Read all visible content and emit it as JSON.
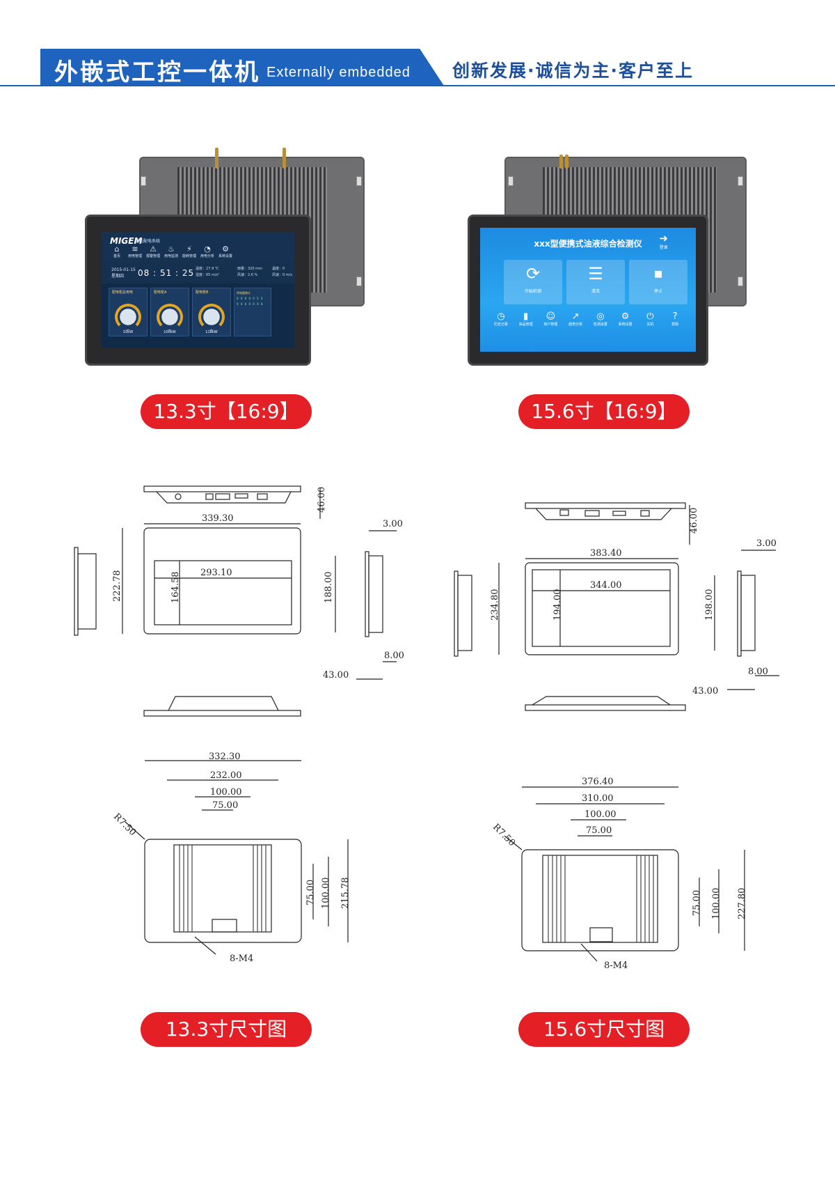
{
  "header": {
    "title_cn": "外嵌式工控一体机",
    "title_en": "Externally embedded",
    "slogan": "创新发展·诚信为主·客户至上"
  },
  "colors": {
    "brand_blue": "#1e63bd",
    "label_red": "#e51f26"
  },
  "products": [
    {
      "label": "13.3寸【16:9】",
      "screen": {
        "logo": "MIGEM",
        "subtitle": "智能配电系统",
        "nav": [
          "首页",
          "用电管理",
          "报警管理",
          "用电监测",
          "能耗管理",
          "用电分析",
          "系统设置"
        ],
        "date": "2015-01-15",
        "weekday": "星期四",
        "time": "08 : 51 : 25",
        "stats": [
          "温度：27.9 ℃",
          "湿度：65 m/s²",
          "雨量：320 mm",
          "风速：2.6 %",
          "温度：0",
          "风速：0 m/s"
        ],
        "cards": [
          {
            "title": "配电柜总用电",
            "value": "10kW"
          },
          {
            "title": "配电柜A",
            "value": "100kW"
          },
          {
            "title": "配电柜B",
            "value": "118kW"
          }
        ],
        "side_title": "用电量统计",
        "side_line1": "0 0 0 0 0 5 3",
        "side_line2": "0 0 0 0 0 4 4"
      }
    },
    {
      "label": "15.6寸【16:9】",
      "screen": {
        "title": "xxx型便携式油液综合检测仪",
        "login": "登录",
        "tiles": [
          "开始检测",
          "清洗",
          "停止"
        ],
        "menu": [
          "历史记录",
          "油品管理",
          "用户管理",
          "趋势分析",
          "检测设置",
          "系统设置",
          "关机",
          "帮助"
        ]
      }
    }
  ],
  "drawings": {
    "d13_front": {
      "width": "339.30",
      "height": "222.78",
      "screen_w": "293.10",
      "screen_h": "164.58",
      "side_h": "188.00",
      "side_d": "43.00",
      "lip": "8.00",
      "lip_top": "3.00",
      "top_h": "46.00"
    },
    "d15_front": {
      "width": "383.40",
      "height": "234.80",
      "screen_w": "344.00",
      "screen_h": "194.00",
      "side_h": "198.00",
      "side_d": "43.00",
      "lip": "8.00",
      "lip_top": "3.00",
      "top_h": "46.00"
    },
    "d13_back": {
      "w1": "332.30",
      "w2": "232.00",
      "w3": "100.00",
      "w4": "75.00",
      "h1": "75.00",
      "h2": "100.00",
      "h3": "215.78",
      "radius": "R7.50",
      "screw": "8-M4"
    },
    "d15_back": {
      "w1": "376.40",
      "w2": "310.00",
      "w3": "100.00",
      "w4": "75.00",
      "h1": "75.00",
      "h2": "100.00",
      "h3": "227.80",
      "radius": "R7.50",
      "screw": "8-M4"
    }
  },
  "drawing_labels": [
    "13.3寸尺寸图",
    "15.6寸尺寸图"
  ]
}
